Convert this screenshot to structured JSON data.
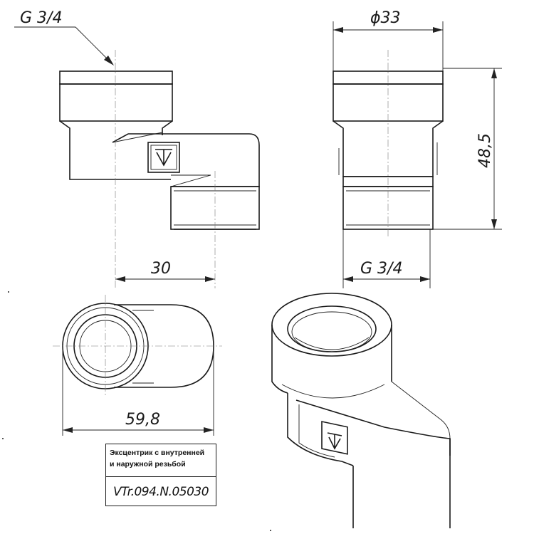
{
  "dimensions": {
    "thread_top": "G 3/4",
    "diameter": "ϕ33",
    "height": "48,5",
    "offset": "30",
    "thread_bottom": "G 3/4",
    "length": "59,8"
  },
  "title_block": {
    "line1": "Эксцентрик с внутренней",
    "line2": "и наружной резьбой",
    "code": "VTr.094.N.05030"
  },
  "colors": {
    "line": "#1a1a1a",
    "paper": "#ffffff"
  }
}
